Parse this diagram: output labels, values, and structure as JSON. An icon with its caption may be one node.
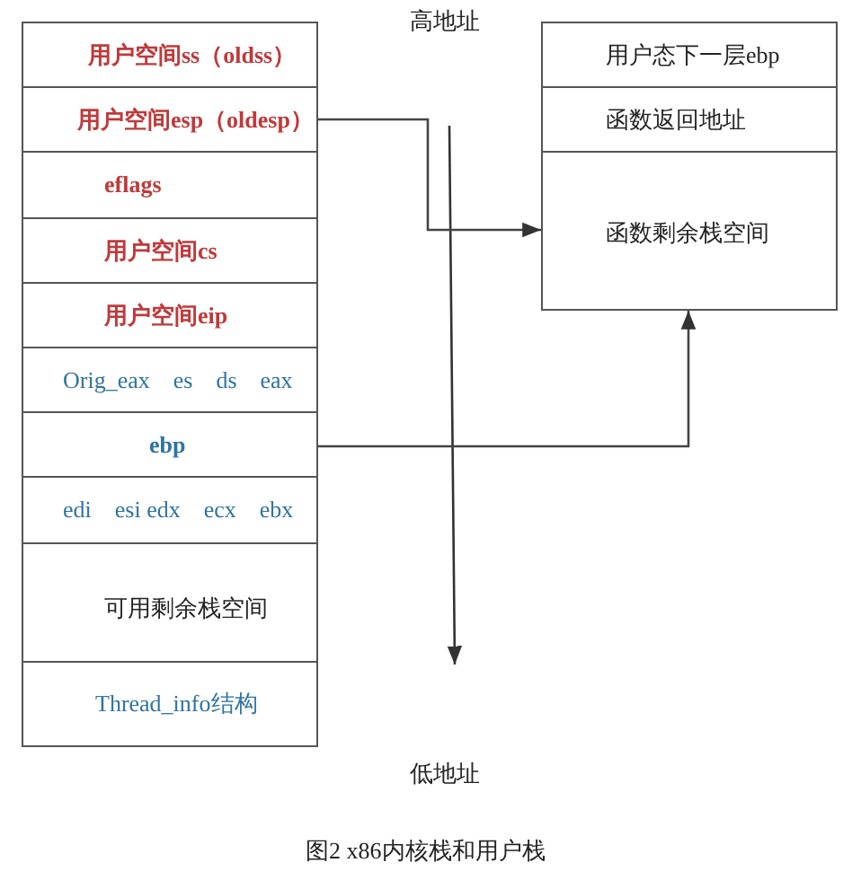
{
  "diagram": {
    "caption": "图2 x86内核栈和用户栈",
    "nodes": [
      {
        "text": [
          "用户空间ss（oldss）"
        ]
      },
      {
        "text": [
          "用户空间esp（oldesp）"
        ]
      },
      {
        "text": [
          "eflags"
        ]
      },
      {
        "text": [
          "用户空间cs"
        ]
      },
      {
        "text": [
          "用户空间eip"
        ]
      },
      {
        "text": [
          "Orig_eax    es    ds    eax"
        ]
      },
      {
        "text": [
          "ebp"
        ]
      },
      {
        "text": [
          "edi    esi edx    ecx    ebx"
        ]
      },
      {
        "text": [
          "可用剩余栈空间"
        ]
      },
      {
        "text": [
          "Thread_info结构"
        ]
      },
      {
        "text": [
          "用户态下一层ebp"
        ]
      },
      {
        "text": [
          "函数返回地址"
        ]
      },
      {
        "text": [
          "函数剩余栈空间"
        ]
      }
    ],
    "edges": [
      {
        "from": 1,
        "to": 12,
        "arrow": "to"
      },
      {
        "from": 6,
        "to": 12,
        "arrow": "to"
      }
    ],
    "labels": [
      "高地址",
      "低地址"
    ]
  }
}
